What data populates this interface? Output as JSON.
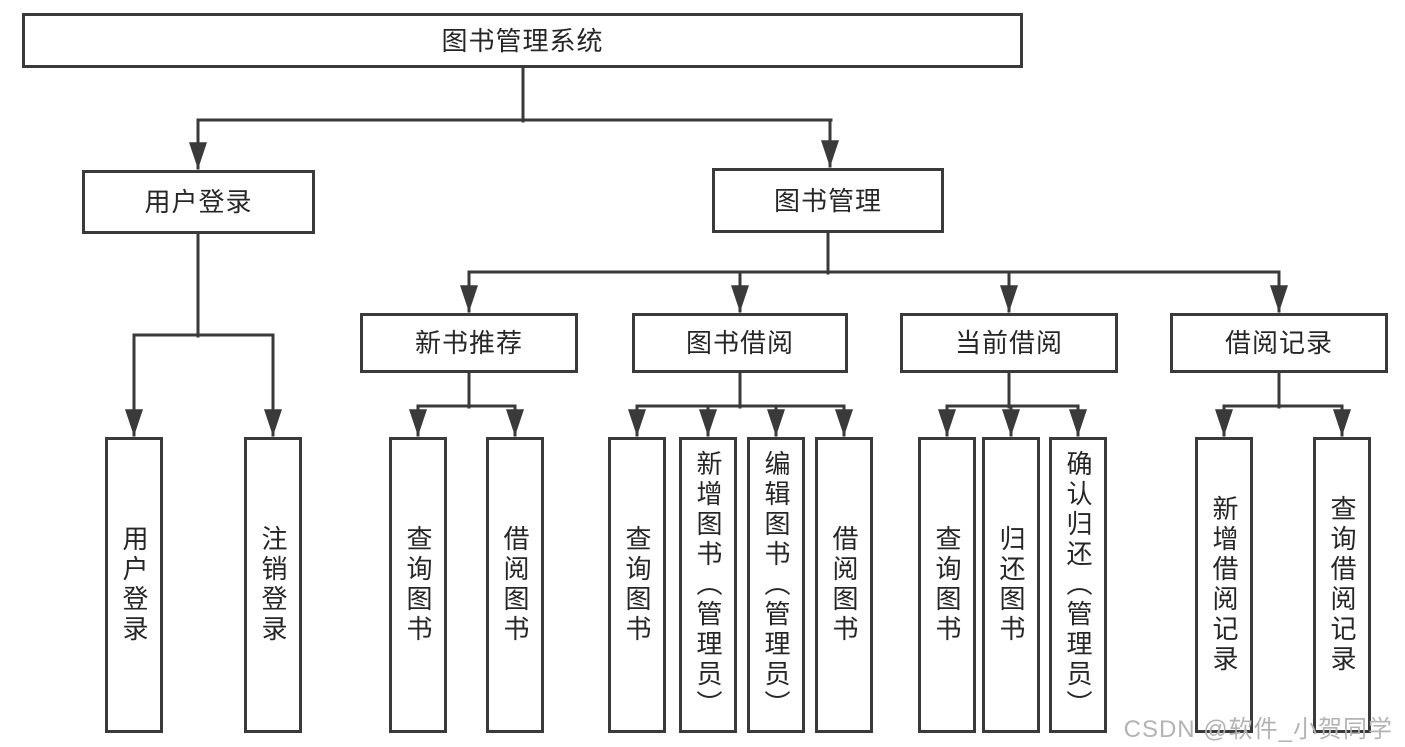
{
  "tree": {
    "root": "图书管理系统",
    "branches": [
      {
        "label": "用户登录",
        "children": [
          "用户登录",
          "注销登录"
        ]
      },
      {
        "label": "图书管理",
        "groups": [
          {
            "label": "新书推荐",
            "children": [
              "查询图书",
              "借阅图书"
            ]
          },
          {
            "label": "图书借阅",
            "children": [
              "查询图书",
              "新增图书（管理员）",
              "编辑图书（管理员）",
              "借阅图书"
            ]
          },
          {
            "label": "当前借阅",
            "children": [
              "查询图书",
              "归还图书",
              "确认归还（管理员）"
            ]
          },
          {
            "label": "借阅记录",
            "children": [
              "新增借阅记录",
              "查询借阅记录"
            ]
          }
        ]
      }
    ]
  },
  "watermark": {
    "text": "CSDN @软件_小贺同学"
  },
  "colors": {
    "line": "#3a3a3a",
    "text": "#262626",
    "watermark": "#b3b3b3",
    "background": "#ffffff"
  }
}
